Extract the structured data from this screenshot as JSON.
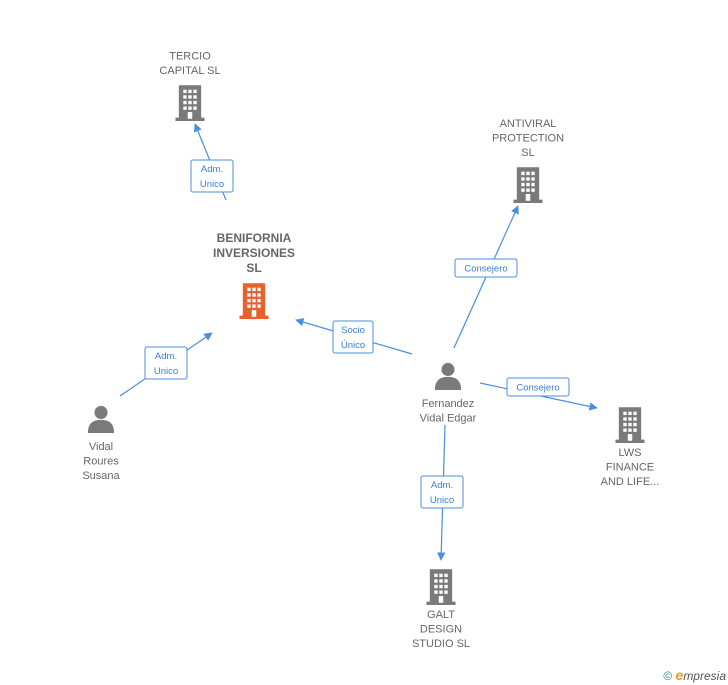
{
  "colors": {
    "accent": "#e8612c",
    "company": "#7a7a7a",
    "edge": "#4a8ee0",
    "text": "#666666"
  },
  "nodes": [
    {
      "id": "tercio",
      "type": "company",
      "lines": [
        "TERCIO",
        "CAPITAL  SL"
      ],
      "highlight": false,
      "bold": false,
      "label_pos": "above"
    },
    {
      "id": "benifornia",
      "type": "company",
      "lines": [
        "BENIFORNIA",
        "INVERSIONES",
        "SL"
      ],
      "highlight": true,
      "bold": true,
      "label_pos": "above"
    },
    {
      "id": "antiviral",
      "type": "company",
      "lines": [
        "ANTIVIRAL",
        "PROTECTION",
        "SL"
      ],
      "highlight": false,
      "bold": false,
      "label_pos": "above"
    },
    {
      "id": "lws",
      "type": "company",
      "lines": [
        "LWS",
        "FINANCE",
        "AND LIFE..."
      ],
      "highlight": false,
      "bold": false,
      "label_pos": "below"
    },
    {
      "id": "galt",
      "type": "company",
      "lines": [
        "GALT",
        "DESIGN",
        "STUDIO  SL"
      ],
      "highlight": false,
      "bold": false,
      "label_pos": "below"
    },
    {
      "id": "fernandez",
      "type": "person",
      "lines": [
        "Fernandez",
        "Vidal Edgar"
      ],
      "highlight": false,
      "bold": false,
      "label_pos": "below"
    },
    {
      "id": "vidal",
      "type": "person",
      "lines": [
        "Vidal",
        "Roures",
        "Susana"
      ],
      "highlight": false,
      "bold": false,
      "label_pos": "below"
    }
  ],
  "edges": [
    {
      "from": "benifornia",
      "to": "tercio",
      "label": [
        "Adm.",
        "Unico"
      ]
    },
    {
      "from": "fernandez",
      "to": "antiviral",
      "label": [
        "Consejero"
      ]
    },
    {
      "from": "fernandez",
      "to": "benifornia",
      "label": [
        "Socio",
        "Único"
      ]
    },
    {
      "from": "vidal",
      "to": "benifornia",
      "label": [
        "Adm.",
        "Unico"
      ]
    },
    {
      "from": "fernandez",
      "to": "lws",
      "label": [
        "Consejero"
      ]
    },
    {
      "from": "fernandez",
      "to": "galt",
      "label": [
        "Adm.",
        "Unico"
      ]
    }
  ],
  "watermark": {
    "symbol": "©",
    "brand_initial": "e",
    "brand_rest": "mpresia"
  }
}
